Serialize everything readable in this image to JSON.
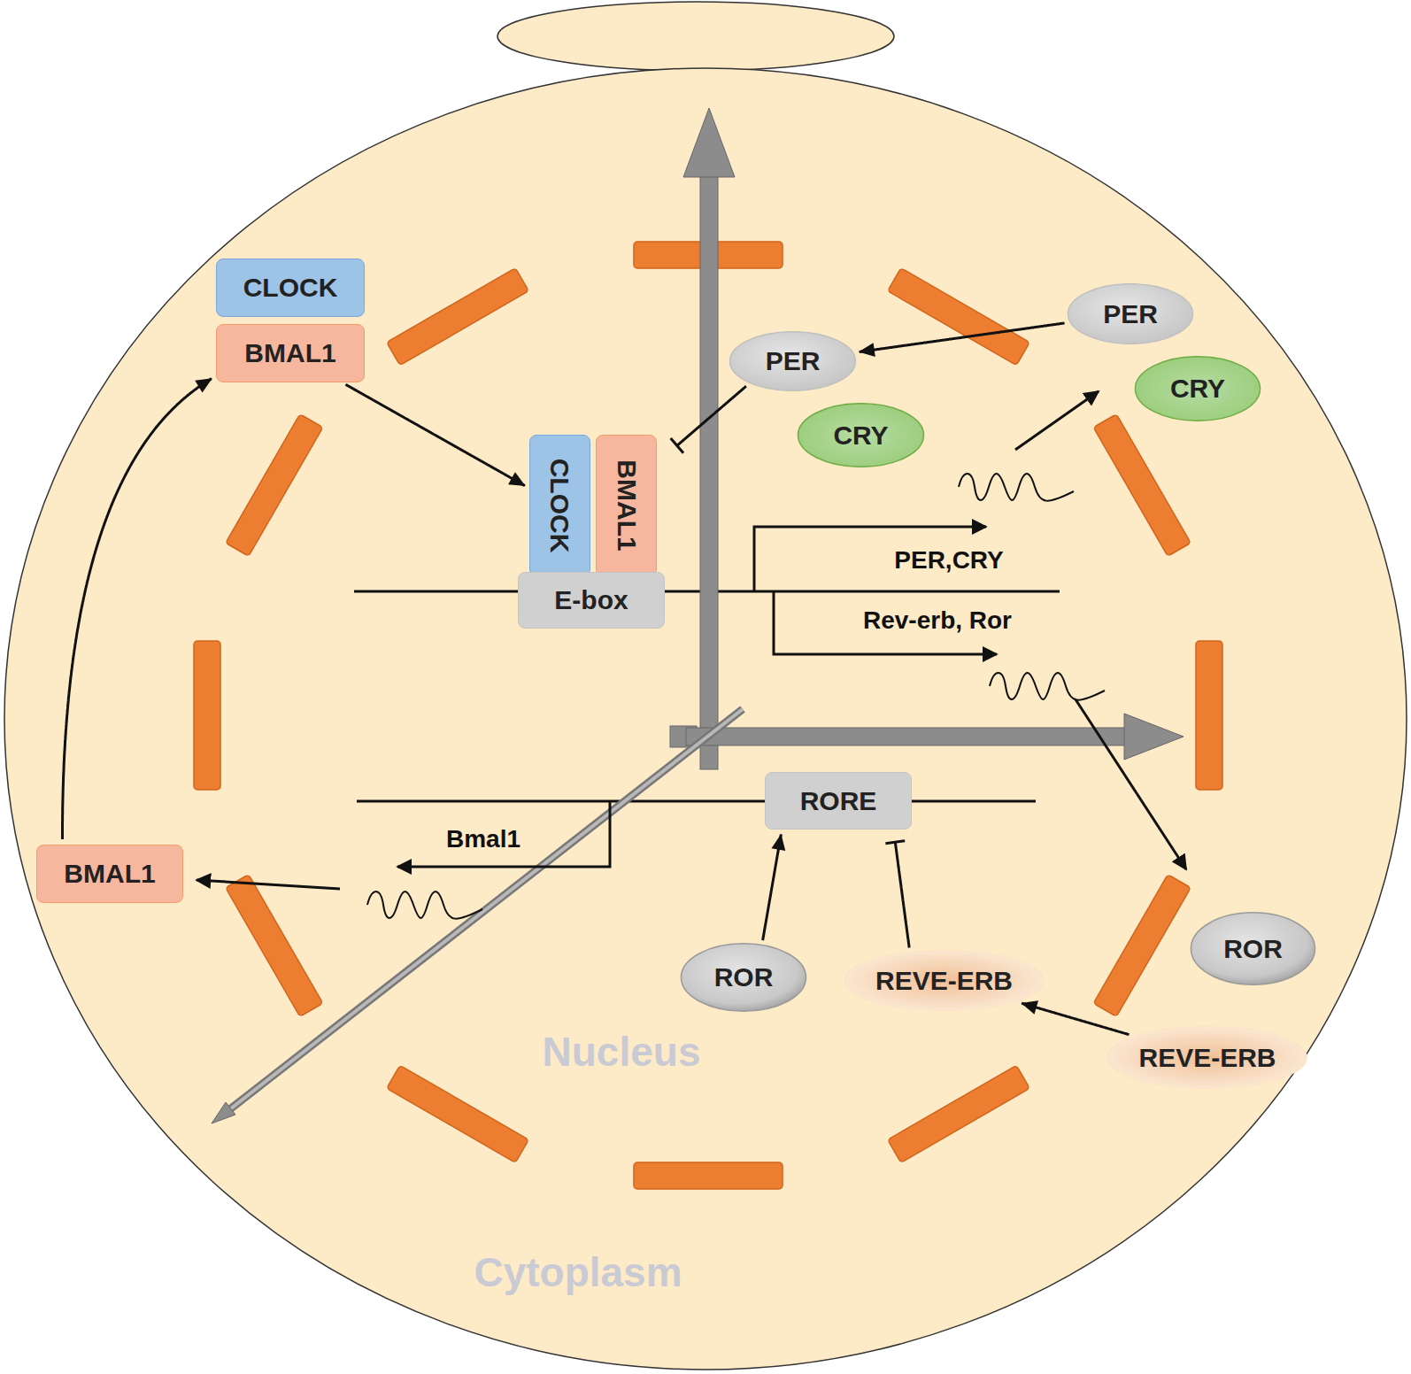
{
  "diagram": {
    "nodes": [
      {
        "text": [
          "CLOCK"
        ]
      },
      {
        "text": [
          "BMAL1"
        ]
      },
      {
        "text": [
          "PER"
        ]
      },
      {
        "text": [
          "CRY"
        ]
      },
      {
        "text": [
          "PER"
        ]
      },
      {
        "text": [
          "CRY"
        ]
      },
      {
        "text": [
          "CLOCK"
        ]
      },
      {
        "text": [
          "BMAL1"
        ]
      },
      {
        "text": [
          "E-box"
        ]
      },
      {
        "text": [
          "RORE"
        ]
      },
      {
        "text": [
          "BMAL1"
        ]
      },
      {
        "text": [
          "ROR"
        ]
      },
      {
        "text": [
          "ROR"
        ]
      },
      {
        "text": [
          "REVE-ERB"
        ]
      },
      {
        "text": [
          "REVE-ERB"
        ]
      }
    ],
    "edges": [
      {
        "from": 1,
        "to": 6,
        "arrow": "to"
      },
      {
        "from": 2,
        "to": 4,
        "arrow": "to"
      },
      {
        "from": 4,
        "to": 7,
        "arrow": "to"
      },
      {
        "from": 10,
        "to": 1,
        "arrow": "to"
      },
      {
        "from": 12,
        "to": 9,
        "arrow": "to"
      },
      {
        "from": 13,
        "to": 9,
        "arrow": "to"
      },
      {
        "from": 14,
        "to": 13,
        "arrow": "to"
      }
    ],
    "labels": [
      "PER,CRY",
      "Rev-erb, Ror",
      "Bmal1",
      "Nucleus",
      "Cytoplasm"
    ]
  }
}
